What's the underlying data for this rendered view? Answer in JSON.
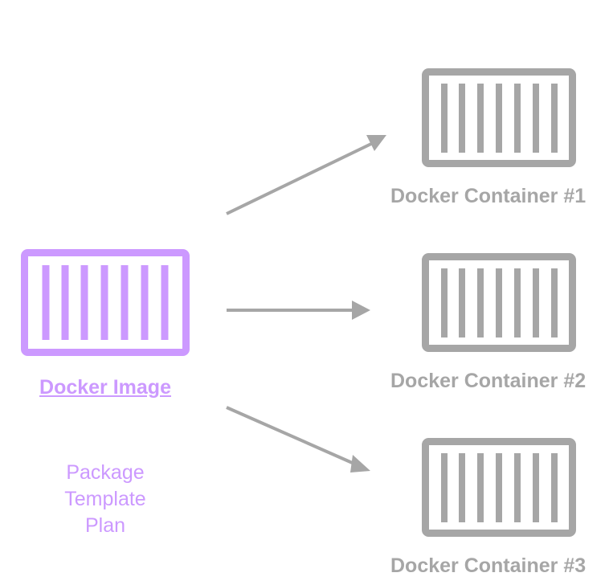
{
  "colors": {
    "image": "#cc99ff",
    "container": "#a6a6a6",
    "arrow": "#a6a6a6",
    "background": "#ffffff"
  },
  "image": {
    "label": "Docker Image",
    "description": [
      "Package",
      "Template",
      "Plan"
    ],
    "icon": "container-icon"
  },
  "containers": [
    {
      "label": "Docker Container #1",
      "icon": "container-icon"
    },
    {
      "label": "Docker Container #2",
      "icon": "container-icon"
    },
    {
      "label": "Docker Container #3",
      "icon": "container-icon"
    }
  ]
}
